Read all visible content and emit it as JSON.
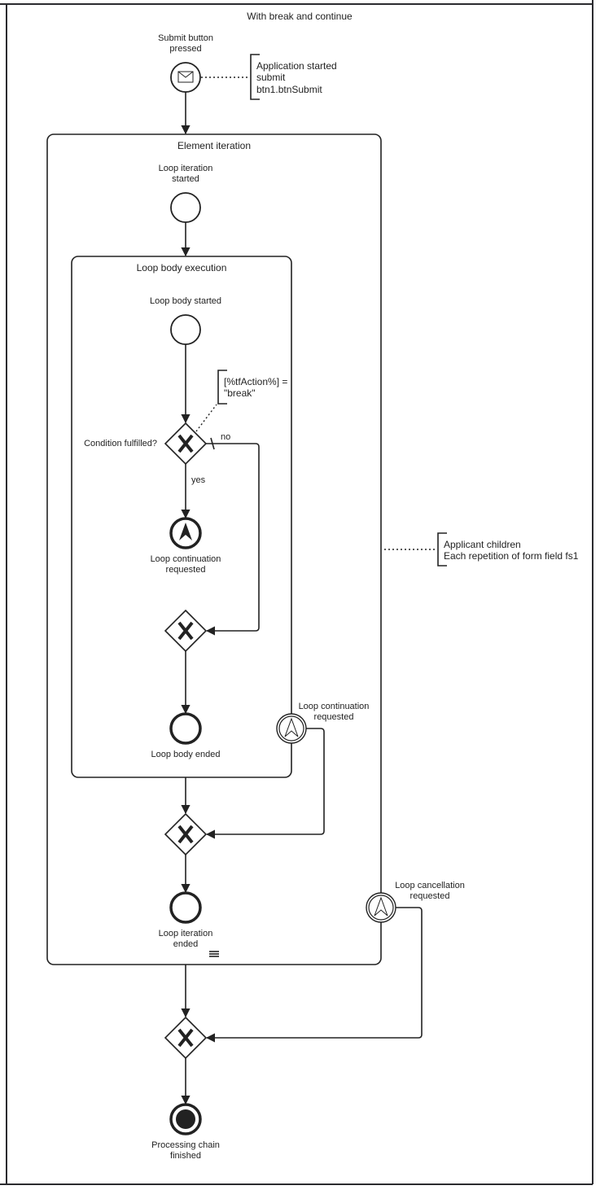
{
  "diagram": {
    "title": "With break and continue",
    "colors": {
      "stroke": "#222222",
      "background": "#ffffff",
      "frame": "#2b2b2f"
    },
    "events": {
      "submit": {
        "label": [
          "Submit button",
          "pressed"
        ],
        "icon": "envelope-icon",
        "type": "message-start-event"
      },
      "loop_iteration_started": {
        "label": [
          "Loop iteration",
          "started"
        ],
        "type": "start-event"
      },
      "loop_body_started": {
        "label": [
          "Loop body started"
        ],
        "type": "start-event"
      },
      "loop_continuation_end": {
        "label": [
          "Loop continuation",
          "requested"
        ],
        "icon": "escalation-icon",
        "type": "escalation-end-event"
      },
      "loop_body_ended": {
        "label": [
          "Loop body ended"
        ],
        "type": "end-event"
      },
      "loop_continuation_boundary": {
        "label": [
          "Loop continuation",
          "requested"
        ],
        "icon": "escalation-icon",
        "type": "escalation-boundary-event"
      },
      "loop_iteration_ended": {
        "label": [
          "Loop iteration",
          "ended"
        ],
        "type": "end-event"
      },
      "loop_cancellation_boundary": {
        "label": [
          "Loop cancellation",
          "requested"
        ],
        "icon": "escalation-icon",
        "type": "escalation-boundary-event"
      },
      "processing_finished": {
        "label": [
          "Processing chain",
          "finished"
        ],
        "type": "terminate-end-event"
      }
    },
    "subprocesses": {
      "element_iteration": {
        "label": "Element iteration",
        "marker": "sequential-multi-instance-icon"
      },
      "loop_body": {
        "label": "Loop body execution"
      }
    },
    "gateways": {
      "condition": {
        "label": "Condition fulfilled?",
        "type": "exclusive"
      },
      "merge_continue": {
        "label": "",
        "type": "exclusive"
      },
      "merge_iteration": {
        "label": "",
        "type": "exclusive"
      },
      "merge_final": {
        "label": "",
        "type": "exclusive"
      }
    },
    "flow_labels": {
      "no": "no",
      "yes": "yes"
    },
    "annotations": {
      "submit": [
        "Application started",
        "submit",
        "btn1.btnSubmit"
      ],
      "condition": [
        "[%tfAction%] =",
        "\"break\""
      ],
      "iteration": [
        "Applicant children",
        "Each repetition of form field fs1"
      ]
    }
  }
}
